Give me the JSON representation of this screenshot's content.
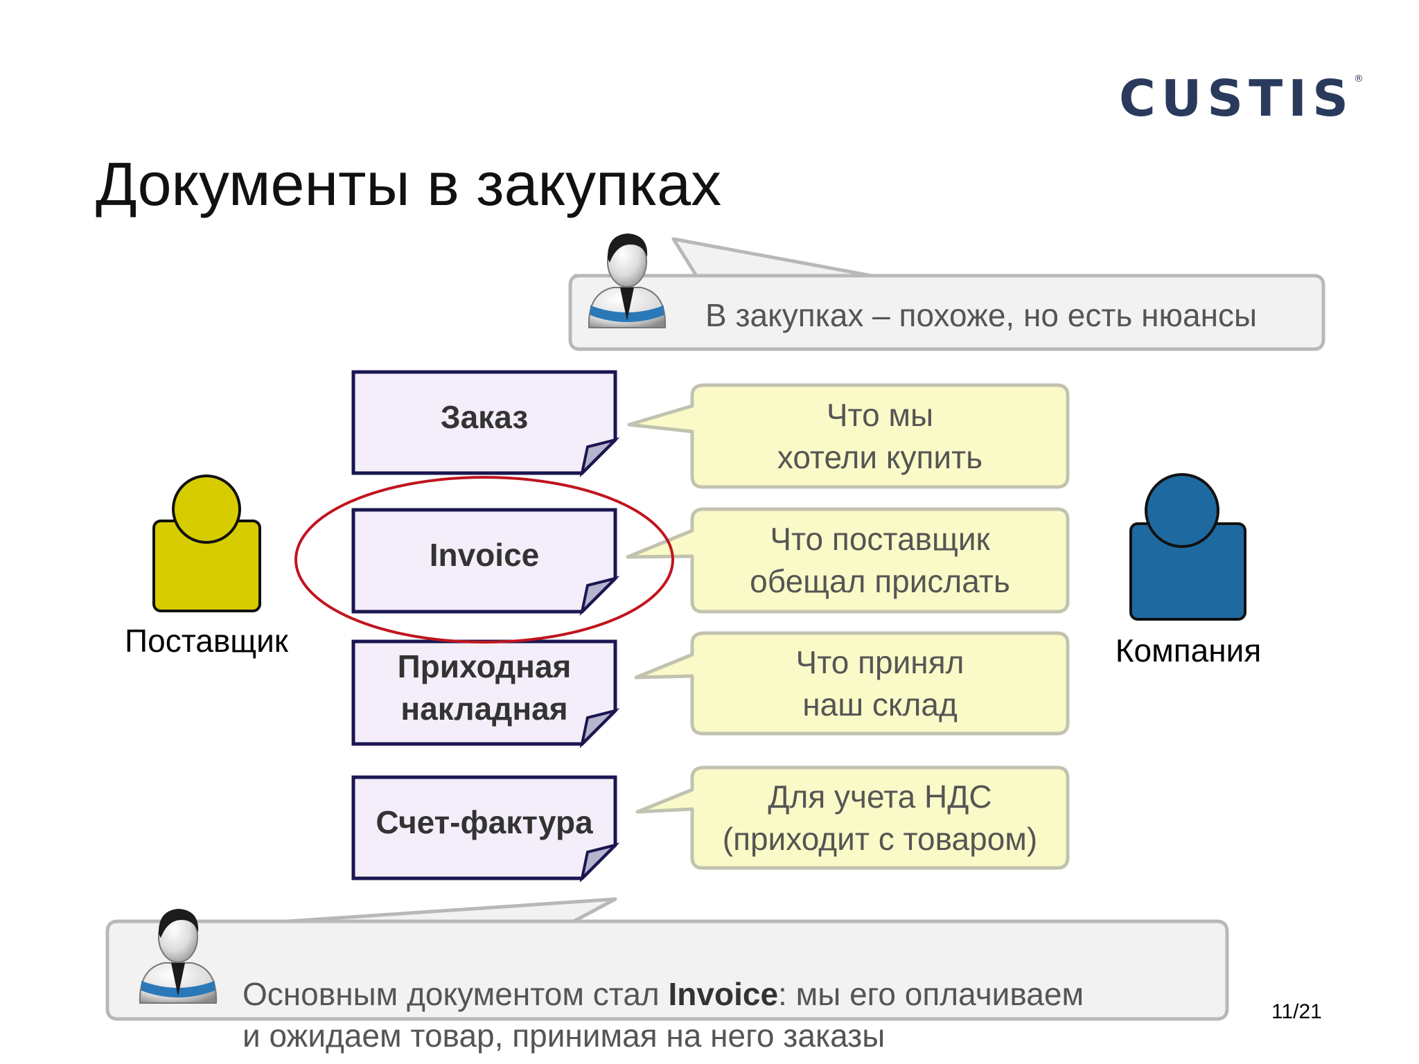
{
  "logo": {
    "text": "CUSTIS",
    "mark": "®"
  },
  "title": "Документы в закупках",
  "top_callout": "В закупках – похоже, но есть нюансы",
  "actors": {
    "supplier": "Поставщик",
    "company": "Компания"
  },
  "documents": [
    {
      "label": "Заказ",
      "note": "Что мы\nхотели купить"
    },
    {
      "label": "Invoice",
      "note": "Что поставщик\nобещал прислать"
    },
    {
      "label": "Приходная\nнакладная",
      "note": "Что принял\nнаш склад"
    },
    {
      "label": "Счет-фактура",
      "note": "Для учета НДС\n(приходит с товаром)"
    }
  ],
  "bottom_callout": {
    "prefix": "Основным документом стал ",
    "bold": "Invoice",
    "suffix": ": мы его оплачиваем\nи ожидаем товар, принимая на него заказы"
  },
  "page_number": "11/21",
  "colors": {
    "supplier": "#d6cc00",
    "company": "#1e6aa0",
    "doc_fill": "#f4eefa",
    "doc_border": "#1a1650",
    "note_fill": "#fafac8",
    "callout_fill": "#f2f2f2",
    "highlight": "#c0141e"
  }
}
